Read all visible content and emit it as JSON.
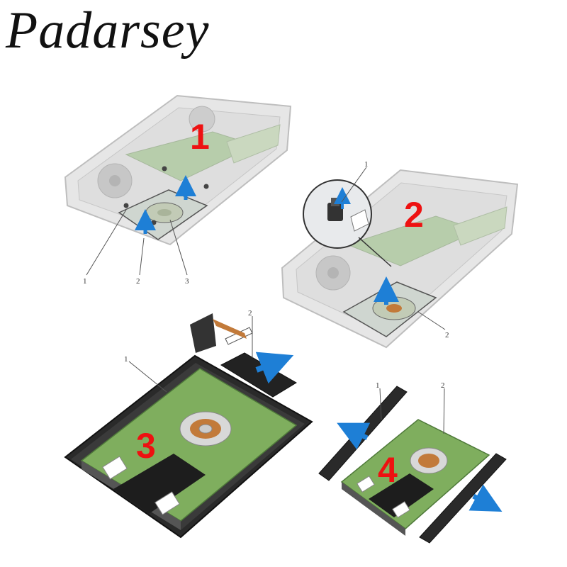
{
  "brand": {
    "name": "Padarsey"
  },
  "colors": {
    "step_number": "#ee1111",
    "arrow": "#1e7fd6",
    "pcb": "#7fae5e",
    "frame": "#2a2a2a",
    "chassis": "#b5b5b5"
  },
  "panels": [
    {
      "step": "1",
      "callouts": [
        "1",
        "2",
        "3"
      ]
    },
    {
      "step": "2",
      "callouts": [
        "1",
        "2"
      ]
    },
    {
      "step": "3",
      "callouts": [
        "1",
        "2"
      ]
    },
    {
      "step": "4",
      "callouts": [
        "1",
        "2"
      ]
    }
  ],
  "icons": [
    "laptop-chassis",
    "screw",
    "lift-arrow",
    "magnifier-circle",
    "hard-drive",
    "sata-connector",
    "rubber-bracket",
    "slide-arrow"
  ]
}
